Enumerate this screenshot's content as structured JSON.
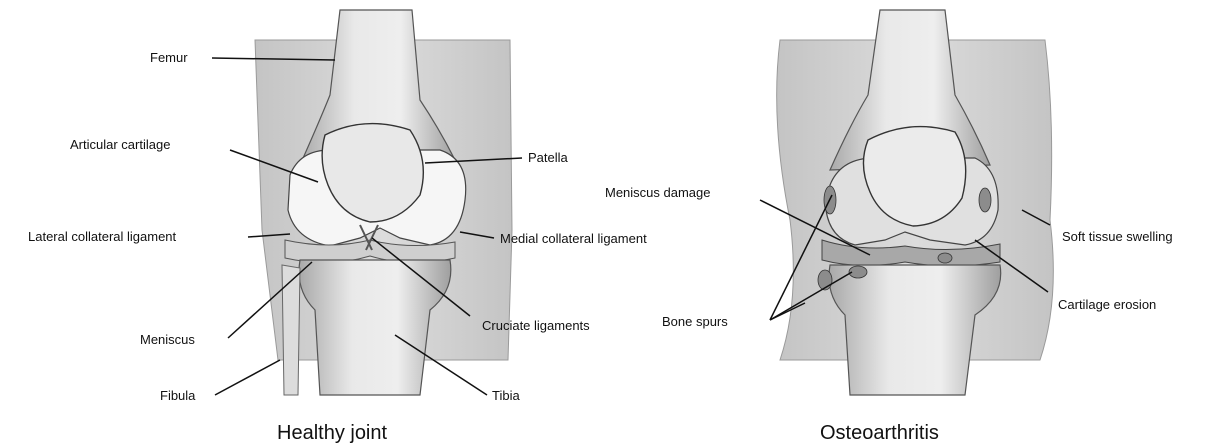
{
  "panels": {
    "healthy": {
      "caption": "Healthy joint",
      "labels": {
        "femur": "Femur",
        "articular_cartilage": "Articular cartilage",
        "patella": "Patella",
        "lateral_collateral_ligament": "Lateral collateral ligament",
        "medial_collateral_ligament": "Medial collateral ligament",
        "cruciate_ligaments": "Cruciate ligaments",
        "meniscus": "Meniscus",
        "fibula": "Fibula",
        "tibia": "Tibia"
      }
    },
    "osteoarthritis": {
      "caption": "Osteoarthritis",
      "labels": {
        "meniscus_damage": "Meniscus damage",
        "soft_tissue_swelling": "Soft tissue swelling",
        "cartilage_erosion": "Cartilage erosion",
        "bone_spurs": "Bone spurs"
      }
    }
  },
  "colors": {
    "bone": "#e6e6e6",
    "bone_shadow": "#bdbdbd",
    "soft_tissue": "#d2d2d2",
    "outline": "#3a3a3a",
    "leader": "#111111"
  }
}
